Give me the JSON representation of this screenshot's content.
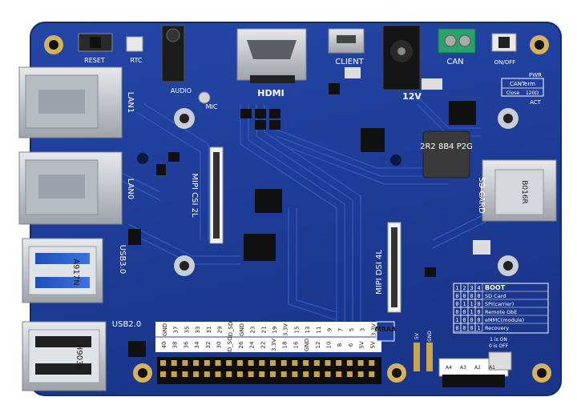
{
  "board": {
    "labels": {
      "reset": "RESET",
      "rtc": "RTC",
      "audio": "AUDIO",
      "mic": "MIC",
      "hdmi": "HDMI",
      "client": "CLIENT",
      "v12": "12V",
      "can": "CAN",
      "onoff": "ON/OFF",
      "pwr": "PWR",
      "act": "ACT",
      "canterm": "CANTerm",
      "close": "Close",
      "ohm": "120Ω",
      "lan1": "LAN1",
      "lan0": "LAN0",
      "usb30": "USB3.0",
      "usb20": "USB2.0",
      "mipi_csi": "MIPI CSI 2L",
      "mipi_dsi": "MIPI DSI 4L",
      "sd_card": "SD CARD",
      "mraa": "MRAA",
      "v5": "5V",
      "gnd": "GND",
      "boot_title": "BOOT",
      "on_note": "1 is ON",
      "off_note": "0 is OFF",
      "inductor": "2R2 8B4 P2G",
      "sd_slot": "B016R",
      "usb3_chip": "A917N",
      "usb2_chip": "H903k"
    },
    "boot_table": {
      "header": [
        "1",
        "2",
        "3",
        "4"
      ],
      "rows": [
        {
          "bits": [
            "0",
            "0",
            "0",
            "0"
          ],
          "mode": "SD Card"
        },
        {
          "bits": [
            "0",
            "1",
            "1",
            "0"
          ],
          "mode": "SPI(carrier)"
        },
        {
          "bits": [
            "0",
            "0",
            "1",
            "0"
          ],
          "mode": "Remote GbE"
        },
        {
          "bits": [
            "1",
            "0",
            "0",
            "0"
          ],
          "mode": "eMMC(module)"
        },
        {
          "bits": [
            "0",
            "0",
            "0",
            "1"
          ],
          "mode": "Recovery"
        }
      ]
    },
    "gpio_top": [
      "GND",
      "37",
      "35",
      "33",
      "31",
      "29",
      "ID_SD",
      "GND",
      "23",
      "21",
      "19",
      "3.3V",
      "15",
      "13",
      "11",
      "9",
      "7",
      "5",
      "3",
      "3.3V"
    ],
    "gpio_bot": [
      "40",
      "38",
      "36",
      "34",
      "32",
      "30",
      "ID_SC",
      "26",
      "24",
      "22",
      "3.3V",
      "18",
      "16",
      "GND",
      "12",
      "10",
      "8",
      "6",
      "5V",
      "5V"
    ],
    "dip_labels": [
      "A4",
      "A3",
      "A2",
      "A1"
    ],
    "colors": {
      "pcb": "#1f3f9c",
      "pcb_edge": "#17307a",
      "trace": "#2f56bd",
      "metal": "#c9ccd1",
      "gold": "#c8a54a"
    }
  }
}
